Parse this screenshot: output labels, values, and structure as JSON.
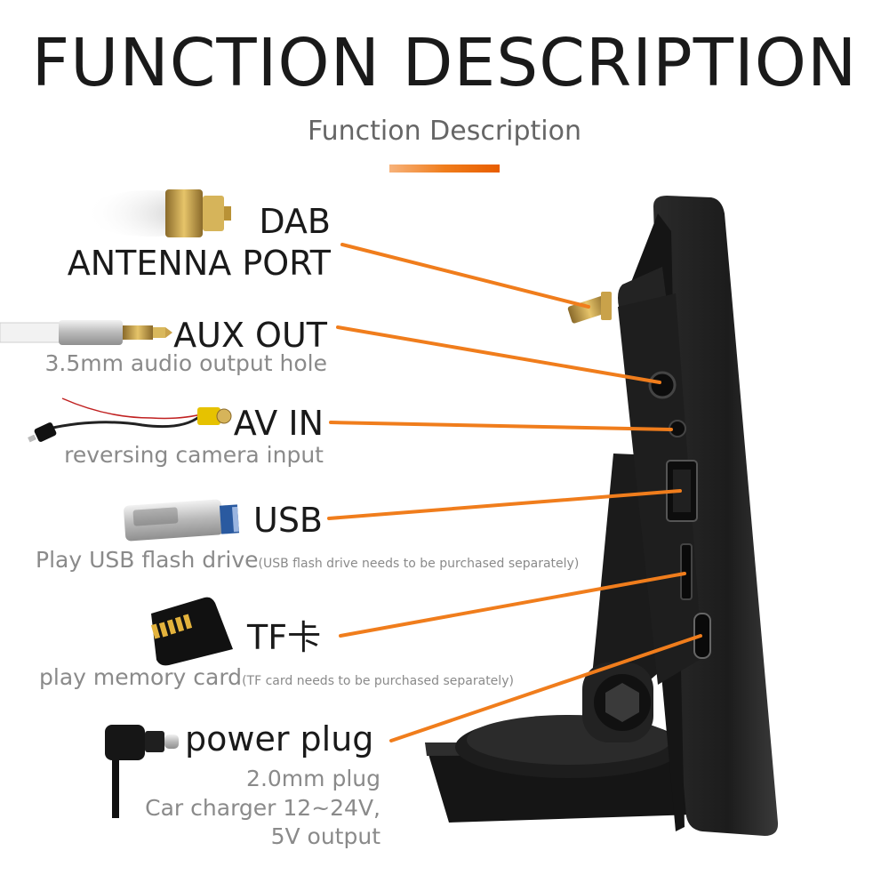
{
  "header": {
    "title": "FUNCTION DESCRIPTION",
    "subtitle": "Function Description",
    "accent_color": "#f07d1c"
  },
  "features": {
    "dab": {
      "line1": "DAB",
      "line2": "ANTENNA PORT",
      "icon": "antenna-connector-icon"
    },
    "aux": {
      "label": "AUX OUT",
      "desc": "3.5mm audio output hole",
      "icon": "audio-jack-icon"
    },
    "av": {
      "label": "AV IN",
      "desc": "reversing camera input",
      "icon": "rca-cable-icon"
    },
    "usb": {
      "label": "USB",
      "desc": "Play USB flash drive",
      "note": "(USB flash drive needs to be purchased separately)",
      "icon": "usb-drive-icon"
    },
    "tf": {
      "label": "TF卡",
      "desc": "play memory card",
      "note": "(TF card needs to be purchased separately)",
      "icon": "sd-card-icon"
    },
    "power": {
      "label": "power plug",
      "desc1": "2.0mm plug",
      "desc2": "Car charger 12~24V,",
      "desc3": "5V output",
      "icon": "usb-c-plug-icon"
    }
  }
}
